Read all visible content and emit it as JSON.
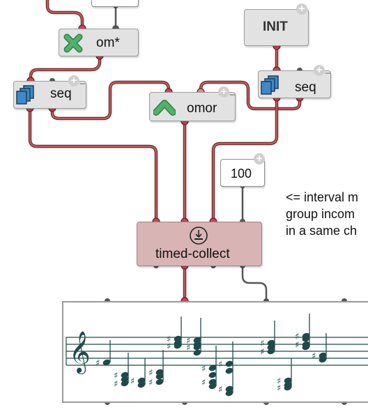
{
  "patch": {
    "boxes": {
      "om_mult": {
        "label": "om*",
        "icon": "green-x-icon"
      },
      "init": {
        "label": "INIT"
      },
      "seq_left": {
        "label": "seq",
        "icon": "stack-icon"
      },
      "omor": {
        "label": "omor",
        "icon": "green-chevron-up-icon"
      },
      "seq_right": {
        "label": "seq",
        "icon": "stack-icon"
      },
      "value_100": {
        "label": "100"
      },
      "timed_collect": {
        "label": "timed-collect",
        "icon": "collect-icon"
      }
    },
    "comment_lines": [
      "<= interval m",
      "group incom",
      "in a same ch"
    ],
    "score": {
      "clef": "treble-clef-icon",
      "accidental_symbol": "♯"
    },
    "colors": {
      "wire": "#c05a5a",
      "wire_dark": "#555555",
      "inlet": "#c2455a",
      "box_grey": "#e2e2e2",
      "box_pink": "#d8b4b4",
      "icon_green": "#3b9a55",
      "icon_blue": "#3f89c9",
      "note_color": "#1e4a4a"
    }
  }
}
